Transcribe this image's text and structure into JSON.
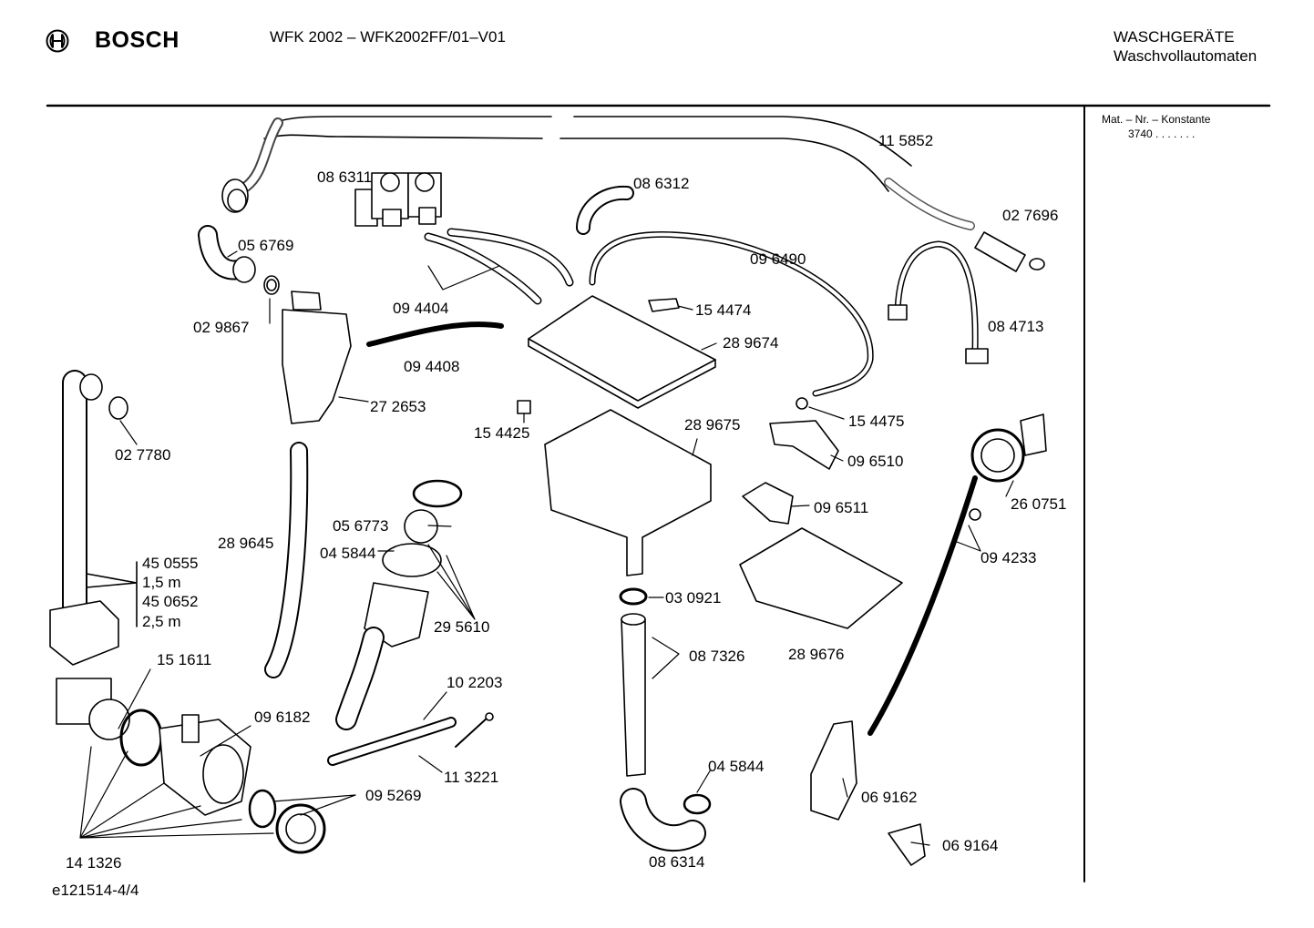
{
  "header": {
    "brand": "BOSCH",
    "model": "WFK 2002 – WFK2002FF/01–V01",
    "category": "WASCHGERÄTE",
    "subcategory": "Waschvollautomaten"
  },
  "side_panel": {
    "mat_label": "Mat. – Nr. – Konstante",
    "mat_value": "3740 . . . . . . ."
  },
  "footer": {
    "drawing_id": "e121514-4/4"
  },
  "parts": [
    {
      "id": "p01",
      "number": "11 5852"
    },
    {
      "id": "p02",
      "number": "08 6311"
    },
    {
      "id": "p03",
      "number": "08 6312"
    },
    {
      "id": "p04",
      "number": "02 7696"
    },
    {
      "id": "p05",
      "number": "05 6769"
    },
    {
      "id": "p06",
      "number": "09 6490"
    },
    {
      "id": "p07",
      "number": "02 9867"
    },
    {
      "id": "p08",
      "number": "09 4404"
    },
    {
      "id": "p09",
      "number": "15 4474"
    },
    {
      "id": "p10",
      "number": "08 4713"
    },
    {
      "id": "p11",
      "number": "28 9674"
    },
    {
      "id": "p12",
      "number": "09 4408"
    },
    {
      "id": "p13",
      "number": "27 2653"
    },
    {
      "id": "p14",
      "number": "15 4425"
    },
    {
      "id": "p15",
      "number": "15 4475"
    },
    {
      "id": "p16",
      "number": "28 9675"
    },
    {
      "id": "p17",
      "number": "02 7780"
    },
    {
      "id": "p18",
      "number": "09 6510"
    },
    {
      "id": "p19",
      "number": "26 0751"
    },
    {
      "id": "p20",
      "number": "09 6511"
    },
    {
      "id": "p21",
      "number": "05 6773"
    },
    {
      "id": "p22",
      "number": "28 9645"
    },
    {
      "id": "p23",
      "number": "04 5844"
    },
    {
      "id": "p24",
      "number": "09 4233"
    },
    {
      "id": "p25",
      "number": "45 0555"
    },
    {
      "id": "p26",
      "number": "1,5 m"
    },
    {
      "id": "p27",
      "number": "45 0652"
    },
    {
      "id": "p28",
      "number": "03 0921"
    },
    {
      "id": "p29",
      "number": "2,5 m"
    },
    {
      "id": "p30",
      "number": "29 5610"
    },
    {
      "id": "p31",
      "number": "28 9676"
    },
    {
      "id": "p32",
      "number": "15 1611"
    },
    {
      "id": "p33",
      "number": "08 7326"
    },
    {
      "id": "p34",
      "number": "10 2203"
    },
    {
      "id": "p35",
      "number": "09 6182"
    },
    {
      "id": "p36",
      "number": "04 5844"
    },
    {
      "id": "p37",
      "number": "11 3221"
    },
    {
      "id": "p38",
      "number": "06 9162"
    },
    {
      "id": "p39",
      "number": "09 5269"
    },
    {
      "id": "p40",
      "number": "06 9164"
    },
    {
      "id": "p41",
      "number": "14 1326"
    },
    {
      "id": "p42",
      "number": "08 6314"
    }
  ]
}
